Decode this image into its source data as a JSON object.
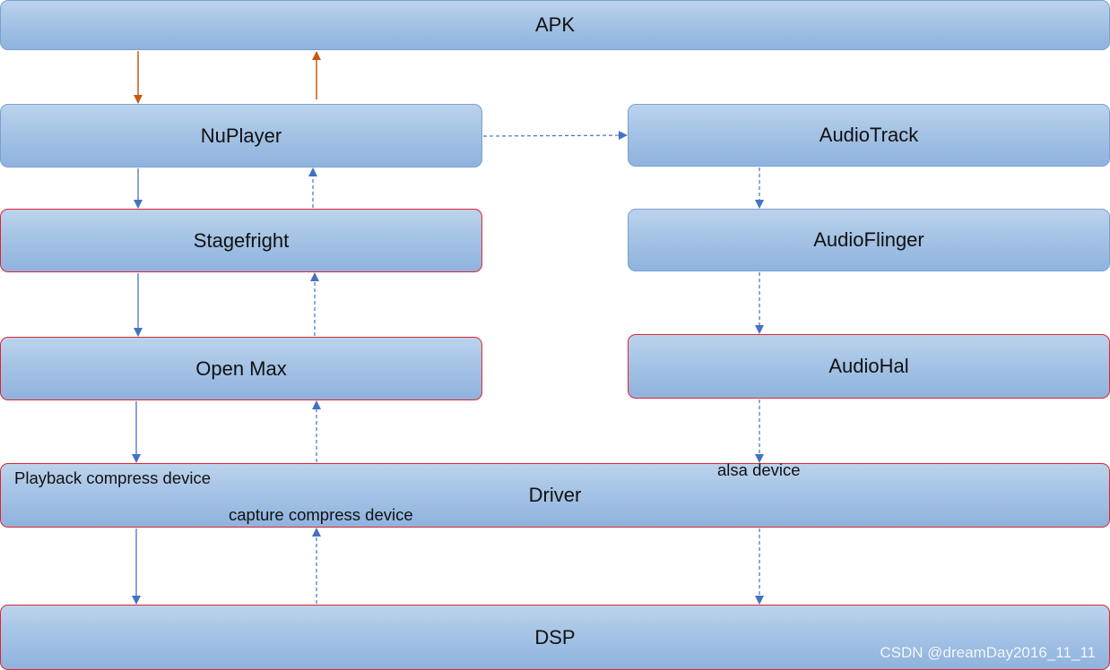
{
  "boxes": {
    "apk": "APK",
    "nuplayer": "NuPlayer",
    "audiotrack": "AudioTrack",
    "stagefright": "Stagefright",
    "audioflinger": "AudioFlinger",
    "openmax": "Open Max",
    "audiohal": "AudioHal",
    "driver": "Driver",
    "dsp": "DSP"
  },
  "notes": {
    "playback": "Playback compress device",
    "capture": "capture compress device",
    "alsa": "alsa device"
  },
  "watermark": "CSDN @dreamDay2016_11_11",
  "colors": {
    "box_fill": "#a5c3e5",
    "box_border": "#7aa0d2",
    "highlight_border": "#e0262f",
    "arrow_blue": "#4472c4",
    "arrow_orange": "#c55a11"
  }
}
